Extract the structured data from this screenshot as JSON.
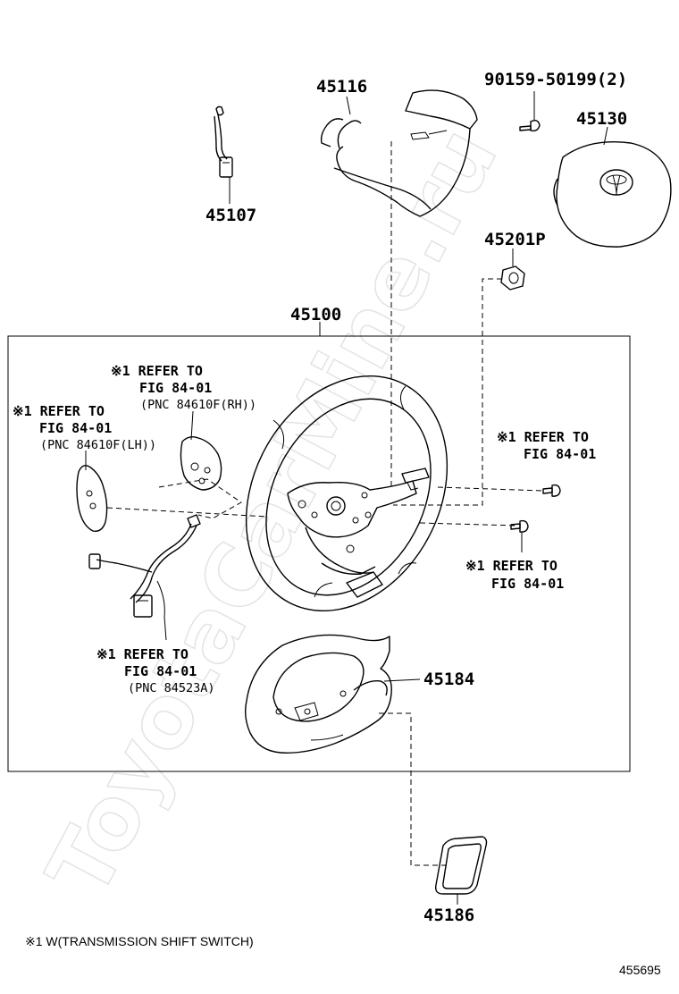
{
  "watermark": "ToyotaCarMine.ru",
  "part_numbers": {
    "p45116": "45116",
    "p90159": "90159-50199(2)",
    "p45130": "45130",
    "p45107": "45107",
    "p45201p": "45201P",
    "p45100": "45100",
    "p45184": "45184",
    "p45186": "45186"
  },
  "refs": {
    "rh": {
      "line1": "※1 REFER TO",
      "line2": "FIG 84-01",
      "line3": "(PNC 84610F(RH))"
    },
    "lh": {
      "line1": "※1 REFER TO",
      "line2": "FIG 84-01",
      "line3": "(PNC 84610F(LH))"
    },
    "right_top": {
      "line1": "※1 REFER TO",
      "line2": "FIG 84-01"
    },
    "right_bottom": {
      "line1": "※1 REFER TO",
      "line2": "FIG 84-01"
    },
    "harness": {
      "line1": "※1 REFER TO",
      "line2": "FIG 84-01",
      "line3": "(PNC 84523A)"
    }
  },
  "footnote": "※1 W(TRANSMISSION SHIFT SWITCH)",
  "figure_id": "455695"
}
